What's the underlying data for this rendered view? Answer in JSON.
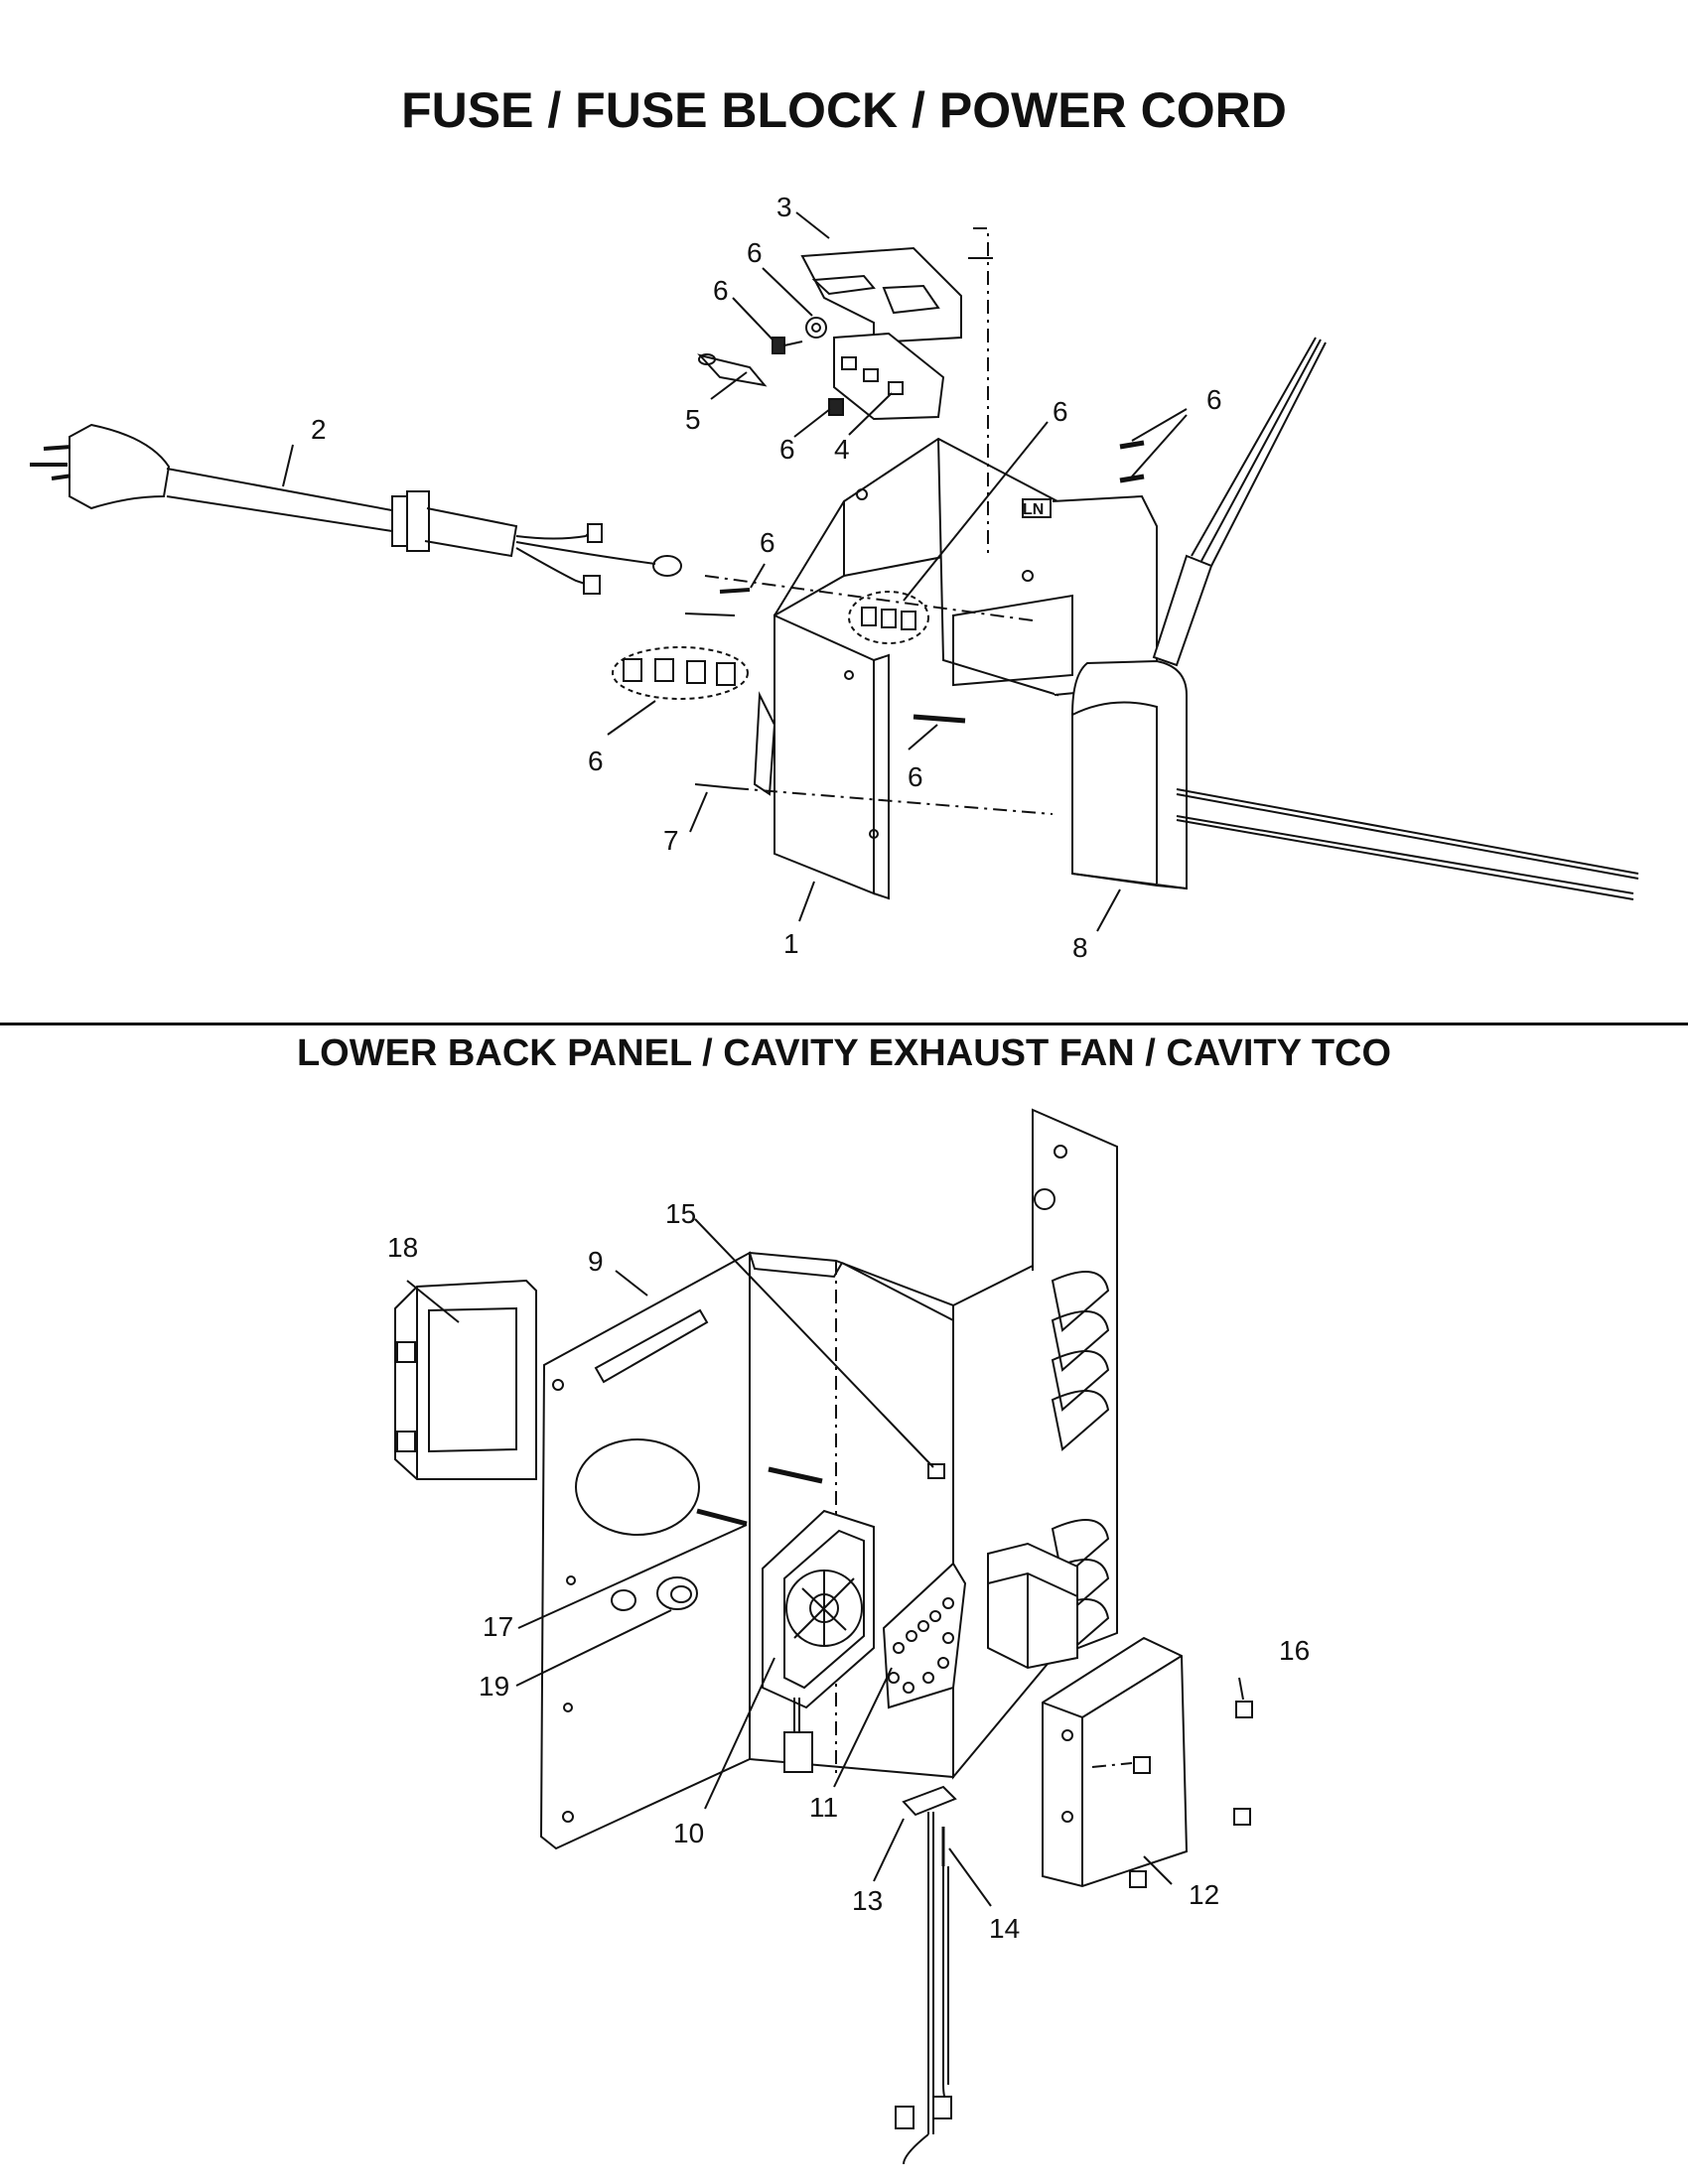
{
  "sections": [
    {
      "title": "FUSE / FUSE BLOCK / POWER CORD"
    },
    {
      "title": "LOWER BACK PANEL / CAVITY EXHAUST FAN / CAVITY TCO"
    }
  ],
  "callouts": {
    "top": [
      {
        "n": "1"
      },
      {
        "n": "2"
      },
      {
        "n": "3"
      },
      {
        "n": "4"
      },
      {
        "n": "5"
      },
      {
        "n": "6"
      },
      {
        "n": "6"
      },
      {
        "n": "6"
      },
      {
        "n": "6"
      },
      {
        "n": "6"
      },
      {
        "n": "6"
      },
      {
        "n": "6"
      },
      {
        "n": "6"
      },
      {
        "n": "7"
      },
      {
        "n": "8"
      }
    ],
    "bottom": [
      {
        "n": "9"
      },
      {
        "n": "10"
      },
      {
        "n": "11"
      },
      {
        "n": "12"
      },
      {
        "n": "13"
      },
      {
        "n": "14"
      },
      {
        "n": "15"
      },
      {
        "n": "16"
      },
      {
        "n": "17"
      },
      {
        "n": "18"
      },
      {
        "n": "19"
      }
    ]
  },
  "labels": {
    "fuse_block_mark": "LN"
  }
}
